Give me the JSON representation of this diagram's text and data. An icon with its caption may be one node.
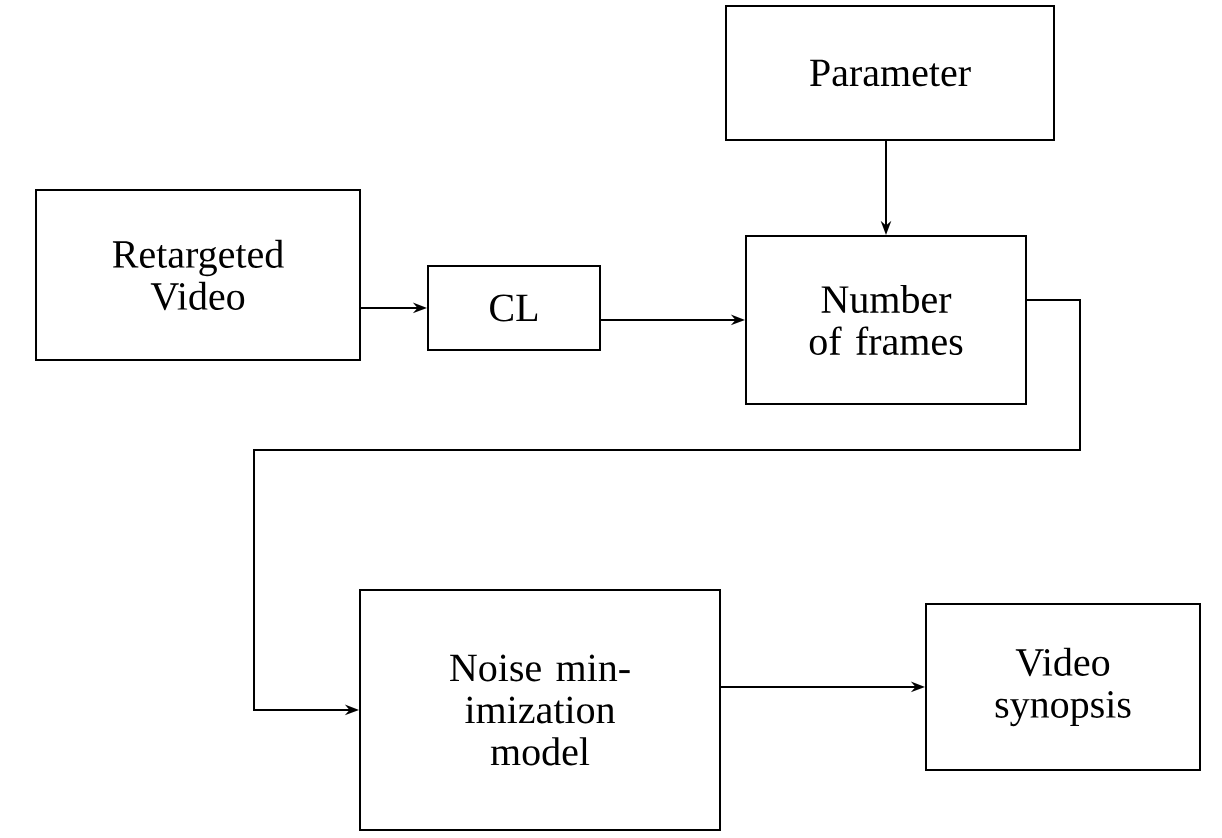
{
  "diagram": {
    "nodes": [
      {
        "text": [
          "Parameter"
        ]
      },
      {
        "text": [
          "Retargeted Video"
        ]
      },
      {
        "text": [
          "CL"
        ]
      },
      {
        "text": [
          "Number of frames"
        ]
      },
      {
        "text": [
          "Noise min- imization model"
        ]
      },
      {
        "text": [
          "Video synopsis"
        ]
      }
    ],
    "edges": [
      {
        "from": 0,
        "to": 3,
        "arrow": "to"
      },
      {
        "from": 1,
        "to": 2,
        "arrow": "to"
      },
      {
        "from": 2,
        "to": 3,
        "arrow": "to"
      },
      {
        "from": 3,
        "to": 4,
        "arrow": "to"
      },
      {
        "from": 4,
        "to": 5,
        "arrow": "to"
      }
    ]
  }
}
